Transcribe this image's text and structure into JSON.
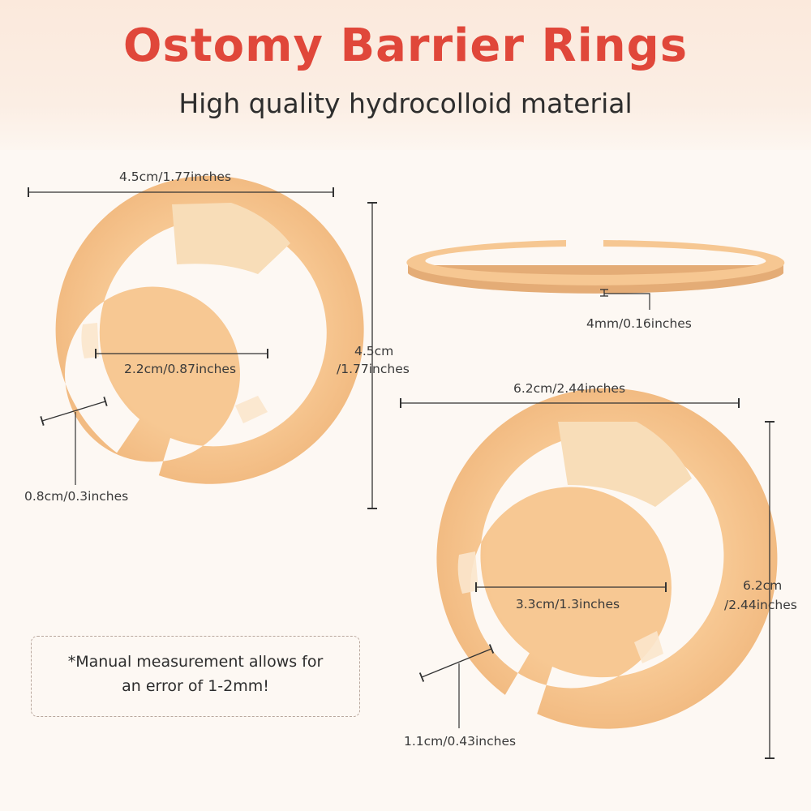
{
  "header": {
    "title": "Ostomy Barrier Rings",
    "subtitle": "High quality hydrocolloid material"
  },
  "colors": {
    "title": "#e0473a",
    "ring_main": "#f6c792",
    "ring_light": "#f8ddb8",
    "ring_edge": "#e4ac76",
    "dimension_line": "#333333"
  },
  "small_ring": {
    "width_label": "4.5cm/1.77inches",
    "height_label_line1": "4.5cm",
    "height_label_line2": "/1.77inches",
    "inner_label": "2.2cm/0.87inches",
    "band_label": "0.8cm/0.3inches"
  },
  "side_view": {
    "thickness_label": "4mm/0.16inches"
  },
  "large_ring": {
    "width_label": "6.2cm/2.44inches",
    "height_label_line1": "6.2cm",
    "height_label_line2": "/2.44inches",
    "inner_label": "3.3cm/1.3inches",
    "band_label": "1.1cm/0.43inches"
  },
  "note": {
    "line1": "*Manual measurement allows for",
    "line2": "an error of 1-2mm!"
  }
}
